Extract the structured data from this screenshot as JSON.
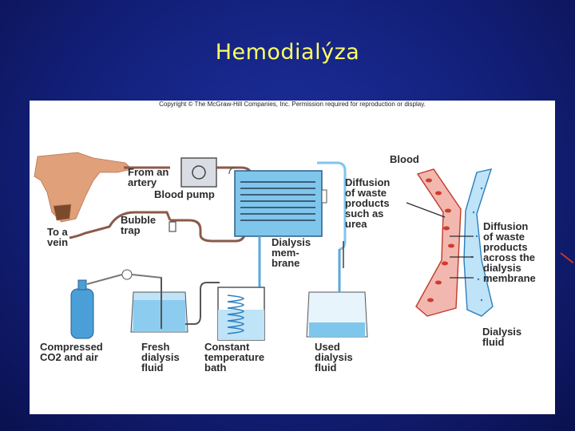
{
  "slide": {
    "title": "Hemodialýza"
  },
  "figure": {
    "copyright": "Copyright © The McGraw-Hill Companies, Inc. Permission required for reproduction or display.",
    "labels": {
      "from_artery": "From an\nartery",
      "blood_pump": "Blood pump",
      "bubble_trap": "Bubble\ntrap",
      "to_vein": "To a\nvein",
      "dialysis_membrane": "Dialysis\nmem-\nbrane",
      "diffusion_urea": "Diffusion\nof waste\nproducts\nsuch as\nurea",
      "blood": "Blood",
      "diffusion_across": "Diffusion\nof waste\nproducts\nacross the\ndialysis\nmembrane",
      "dialysis_fluid": "Dialysis\nfluid",
      "compressed_gas": "Compressed\nCO2 and air",
      "fresh_fluid": "Fresh\ndialysis\nfluid",
      "constant_bath": "Constant\ntemperature\nbath",
      "used_fluid": "Used\ndialysis\nfluid"
    }
  },
  "colors": {
    "background": "#13207a",
    "title": "#ffff66",
    "blood": "#e8766a",
    "dialysate": "#7fc6ec",
    "tubing": "#8b5a4a"
  }
}
